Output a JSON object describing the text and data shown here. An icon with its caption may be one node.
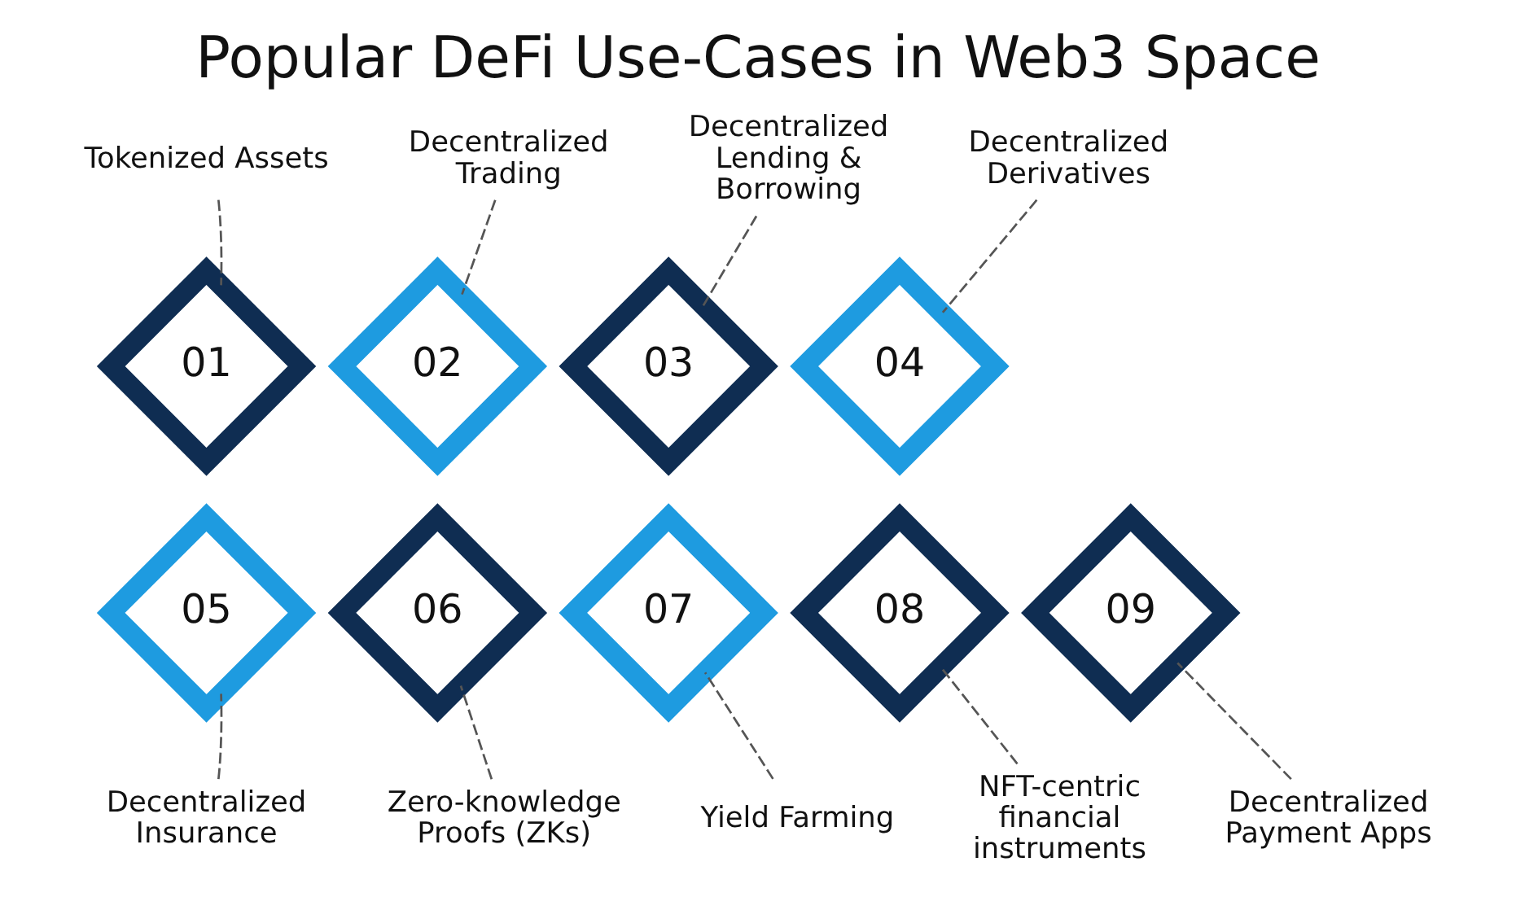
{
  "diagram": {
    "title": "Popular DeFi Use-Cases in Web3 Space",
    "nodes": [
      {
        "text": [
          "Tokenized Assets"
        ]
      },
      {
        "text": [
          "Decentralized Trading"
        ]
      },
      {
        "text": [
          "Decentralized Lending & Borrowing"
        ]
      },
      {
        "text": [
          "Decentralized Derivatives"
        ]
      },
      {
        "text": [
          "05"
        ]
      },
      {
        "text": [
          "01"
        ]
      },
      {
        "text": [
          "06"
        ]
      },
      {
        "text": [
          "02"
        ]
      },
      {
        "text": [
          "07"
        ]
      },
      {
        "text": [
          "03"
        ]
      },
      {
        "text": [
          "08"
        ]
      },
      {
        "text": [
          "04"
        ]
      },
      {
        "text": [
          "09"
        ]
      },
      {
        "text": [
          "Decentralized Insurance"
        ]
      },
      {
        "text": [
          "Zero-knowledge Proofs (ZKs)"
        ]
      },
      {
        "text": [
          "Yield Farming"
        ]
      },
      {
        "text": [
          "NFT-centric financial instruments"
        ]
      },
      {
        "text": [
          "Decentralized Payment Apps"
        ]
      }
    ],
    "edges": [
      {
        "from": 0,
        "to": 5,
        "arrow": "none",
        "style": "dashed"
      },
      {
        "from": 1,
        "to": 7,
        "arrow": "none",
        "style": "dashed"
      },
      {
        "from": 2,
        "to": 9,
        "arrow": "none",
        "style": "dashed"
      },
      {
        "from": 3,
        "to": 11,
        "arrow": "none",
        "style": "dashed"
      },
      {
        "from": 13,
        "to": 4,
        "arrow": "none",
        "style": "dashed"
      },
      {
        "from": 14,
        "to": 6,
        "arrow": "none",
        "style": "dashed"
      },
      {
        "from": 15,
        "to": 8,
        "arrow": "none",
        "style": "dashed"
      },
      {
        "from": 16,
        "to": 10,
        "arrow": "none",
        "style": "dashed"
      },
      {
        "from": 17,
        "to": 12,
        "arrow": "none",
        "style": "dashed"
      }
    ]
  }
}
